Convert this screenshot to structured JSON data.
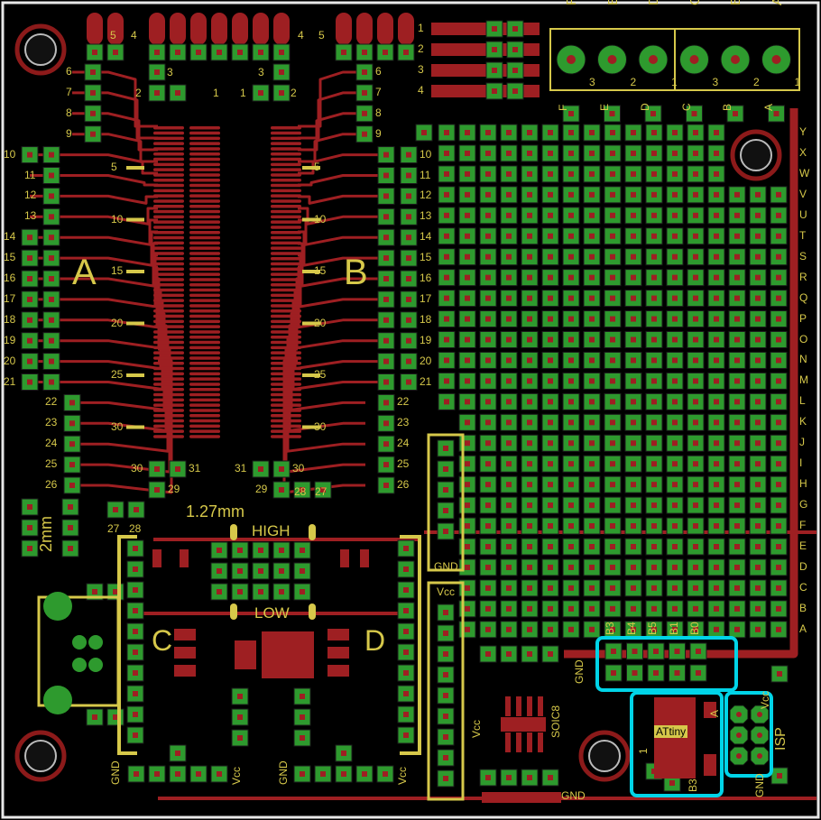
{
  "colors": {
    "background": "#000000",
    "copper": "#9e1f22",
    "pad": "#2e9a2e",
    "silk": "#d6c84a",
    "outline": "#ffffff",
    "highlight": "#00d4e8",
    "hole": "#111111"
  },
  "connector": {
    "pin_letters": [
      "F",
      "E",
      "D",
      "C",
      "B",
      "A"
    ],
    "pin_numbers": [
      "3",
      "2",
      "1",
      "3",
      "2",
      "1"
    ],
    "sub_letters": [
      "F",
      "E",
      "D",
      "C",
      "B",
      "A"
    ]
  },
  "rows_top_right": [
    "1",
    "2",
    "3",
    "4"
  ],
  "grid_rows": [
    "Y",
    "X",
    "W",
    "V",
    "U",
    "T",
    "S",
    "R",
    "Q",
    "P",
    "O",
    "N",
    "M",
    "L",
    "K",
    "J",
    "I",
    "H",
    "G",
    "F",
    "E",
    "D",
    "C",
    "B",
    "A"
  ],
  "adapter": {
    "left_top": [
      "5",
      "4"
    ],
    "right_top": [
      "4",
      "5"
    ],
    "left_inner": [
      "3",
      "2",
      "1"
    ],
    "right_inner": [
      "3",
      "2",
      "1"
    ],
    "left_pins": [
      "6",
      "7",
      "8",
      "9",
      "10",
      "11",
      "12",
      "13",
      "14",
      "15",
      "16",
      "17",
      "18",
      "19",
      "20",
      "21",
      "22",
      "23",
      "24",
      "25",
      "26"
    ],
    "right_pins": [
      "6",
      "7",
      "8",
      "9",
      "10",
      "11",
      "12",
      "13",
      "14",
      "15",
      "16",
      "17",
      "18",
      "19",
      "20",
      "21",
      "22",
      "23",
      "24",
      "25",
      "26"
    ],
    "mid_marks": [
      "5",
      "10",
      "15",
      "20",
      "25",
      "30"
    ],
    "bottom_left": [
      "30",
      "31",
      "29",
      "27",
      "28"
    ],
    "bottom_right": [
      "31",
      "30",
      "29",
      "28",
      "27"
    ],
    "label_a": "A",
    "label_b": "B",
    "pitch_label": "1.27mm",
    "size_label": "2mm"
  },
  "power": {
    "high": "HIGH",
    "low": "LOW",
    "label_c": "C",
    "label_d": "D",
    "gnd": "GND",
    "vcc": "Vcc",
    "gnd2": "GND",
    "vcc2": "Vcc",
    "gnd_bus": "GND",
    "vcc_bus": "Vcc"
  },
  "mcu": {
    "soic": "SOIC8",
    "vcc": "Vcc",
    "gnd": "GND",
    "attiny": "ATtiny",
    "isp": "ISP",
    "b3": "B3",
    "a_label": "A",
    "gnd_isp": "GND",
    "vcc_isp": "Vcc",
    "header_pins": [
      "B3",
      "B4",
      "B5",
      "B1",
      "B0"
    ],
    "one": "1",
    "gnd_h": "GND"
  }
}
